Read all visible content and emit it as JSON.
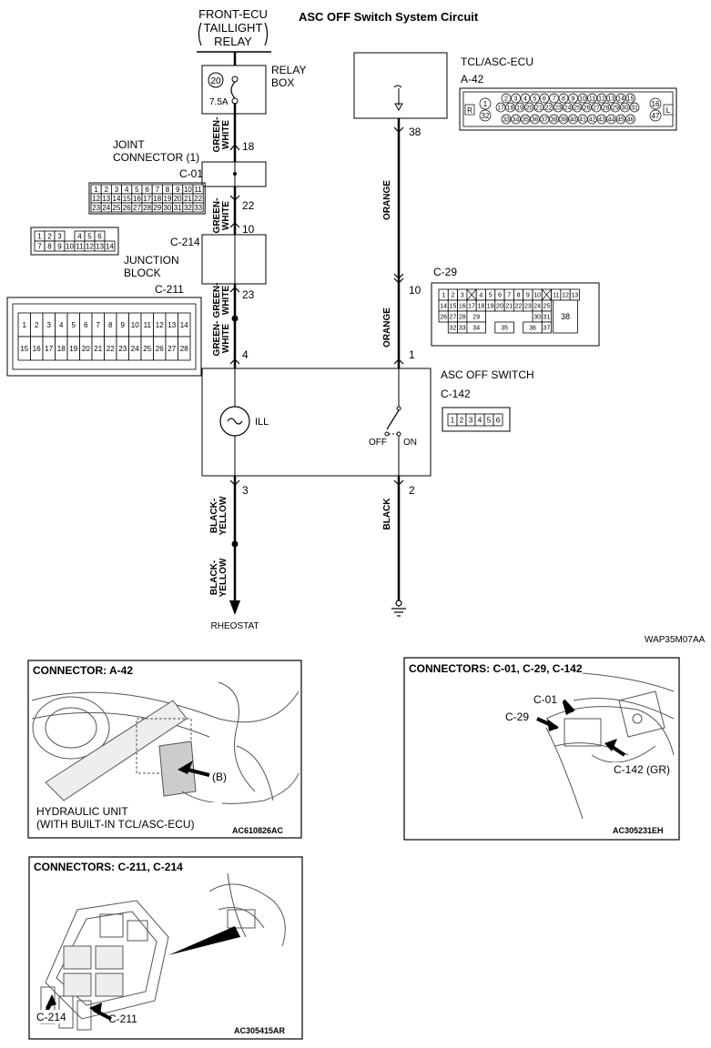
{
  "header": {
    "source_lines": [
      "FRONT-ECU",
      "TAILLIGHT",
      "RELAY"
    ],
    "title": "ASC OFF Switch System Circuit",
    "ref_code": "WAP35M07AA"
  },
  "components": {
    "relay_box": {
      "label_lines": [
        "RELAY",
        "BOX"
      ],
      "fuse_number": "20",
      "fuse_rating": "7.5A"
    },
    "joint_connector": {
      "label_lines": [
        "JOINT",
        "CONNECTOR (1)"
      ],
      "connector": "C-01",
      "pins": [
        [
          "1",
          "2",
          "3",
          "4",
          "5",
          "6",
          "7",
          "8",
          "9",
          "10",
          "11"
        ],
        [
          "12",
          "13",
          "14",
          "15",
          "16",
          "17",
          "18",
          "19",
          "20",
          "21",
          "22"
        ],
        [
          "23",
          "24",
          "25",
          "26",
          "27",
          "28",
          "29",
          "30",
          "31",
          "32",
          "33"
        ]
      ]
    },
    "junction_block": {
      "label_lines": [
        "JUNCTION",
        "BLOCK"
      ],
      "connector_top": "C-214",
      "connector_bottom": "C-211",
      "c214_pins": [
        [
          "1",
          "2",
          "3",
          "",
          "4",
          "5",
          "6"
        ],
        [
          "7",
          "8",
          "9",
          "10",
          "11",
          "12",
          "13",
          "14"
        ]
      ],
      "c211_pins": [
        [
          "1",
          "2",
          "3",
          "4",
          "5",
          "6",
          "7",
          "8",
          "9",
          "10",
          "11",
          "12",
          "13",
          "14"
        ],
        [
          "15",
          "16",
          "17",
          "18",
          "19",
          "20",
          "21",
          "22",
          "23",
          "24",
          "25",
          "26",
          "27",
          "28"
        ]
      ]
    },
    "tcl_ecu": {
      "label": "TCL/ASC-ECU",
      "connector": "A-42",
      "row1": [
        "2",
        "3",
        "4",
        "5",
        "6",
        "7",
        "8",
        "9",
        "10",
        "11",
        "12",
        "13",
        "14",
        "15"
      ],
      "row2": [
        "17",
        "18",
        "19",
        "20",
        "21",
        "22",
        "23",
        "24",
        "25",
        "26",
        "27",
        "28",
        "29",
        "30",
        "31"
      ],
      "row3": [
        "33",
        "34",
        "35",
        "36",
        "37",
        "38",
        "39",
        "40",
        "41",
        "42",
        "43",
        "44",
        "45",
        "46"
      ],
      "left_pins": [
        "1",
        "32"
      ],
      "right_pins": [
        "16",
        "47"
      ],
      "left_mark": "R",
      "right_mark": "L"
    },
    "c29": {
      "connector": "C-29",
      "row1": [
        "1",
        "2",
        "3",
        "",
        "4",
        "5",
        "6",
        "7",
        "8",
        "9",
        "10",
        "",
        "11",
        "12",
        "13"
      ],
      "row2": [
        "14",
        "15",
        "16",
        "17",
        "18",
        "19",
        "20",
        "21",
        "22",
        "23",
        "24",
        "25"
      ],
      "row3_left": [
        "26",
        "27",
        "28"
      ],
      "row3_mid": "29",
      "row3_r": [
        "30",
        "31"
      ],
      "row4_left": [
        "32",
        "33"
      ],
      "row4_a": "34",
      "row4_b": "35",
      "row4_c": "36",
      "row4_d": "37",
      "big": "38"
    },
    "asc_switch": {
      "label": "ASC OFF SWITCH",
      "connector": "C-142",
      "pins": [
        "1",
        "2",
        "3",
        "4",
        "5",
        "6"
      ],
      "ill": "ILL",
      "off": "OFF",
      "on": "ON"
    }
  },
  "wires": {
    "left": {
      "seg1": [
        "GREEN-",
        "WHITE"
      ],
      "seg2": [
        "GREEN-",
        "WHITE"
      ],
      "seg3": [
        "GREEN-",
        "WHITE"
      ],
      "seg4": [
        "GREEN-",
        "WHITE"
      ],
      "seg5": [
        "BLACK-",
        "YELLOW"
      ],
      "seg6": [
        "BLACK-",
        "YELLOW"
      ],
      "pins": {
        "p18": "18",
        "p22": "22",
        "p10": "10",
        "p23": "23",
        "p4": "4",
        "p3": "3"
      }
    },
    "right": {
      "seg1": "ORANGE",
      "seg2": "ORANGE",
      "seg3": "BLACK",
      "pins": {
        "p38": "38",
        "p10": "10",
        "p1": "1",
        "p2": "2"
      }
    },
    "rheostat": "RHEOSTAT"
  },
  "photos": {
    "a42": {
      "title": "CONNECTOR: A-42",
      "label_b": "(B)",
      "caption_lines": [
        "HYDRAULIC UNIT",
        "(WITH BUILT-IN TCL/ASC-ECU)"
      ],
      "code": "AC610826AC"
    },
    "c01": {
      "title": "CONNECTORS: C-01, C-29, C-142",
      "c01": "C-01",
      "c29": "C-29",
      "c142": "C-142 (GR)",
      "code": "AC305231EH"
    },
    "c211": {
      "title": "CONNECTORS: C-211, C-214",
      "c214": "C-214",
      "c211": "C-211",
      "code": "AC305415AR"
    }
  }
}
